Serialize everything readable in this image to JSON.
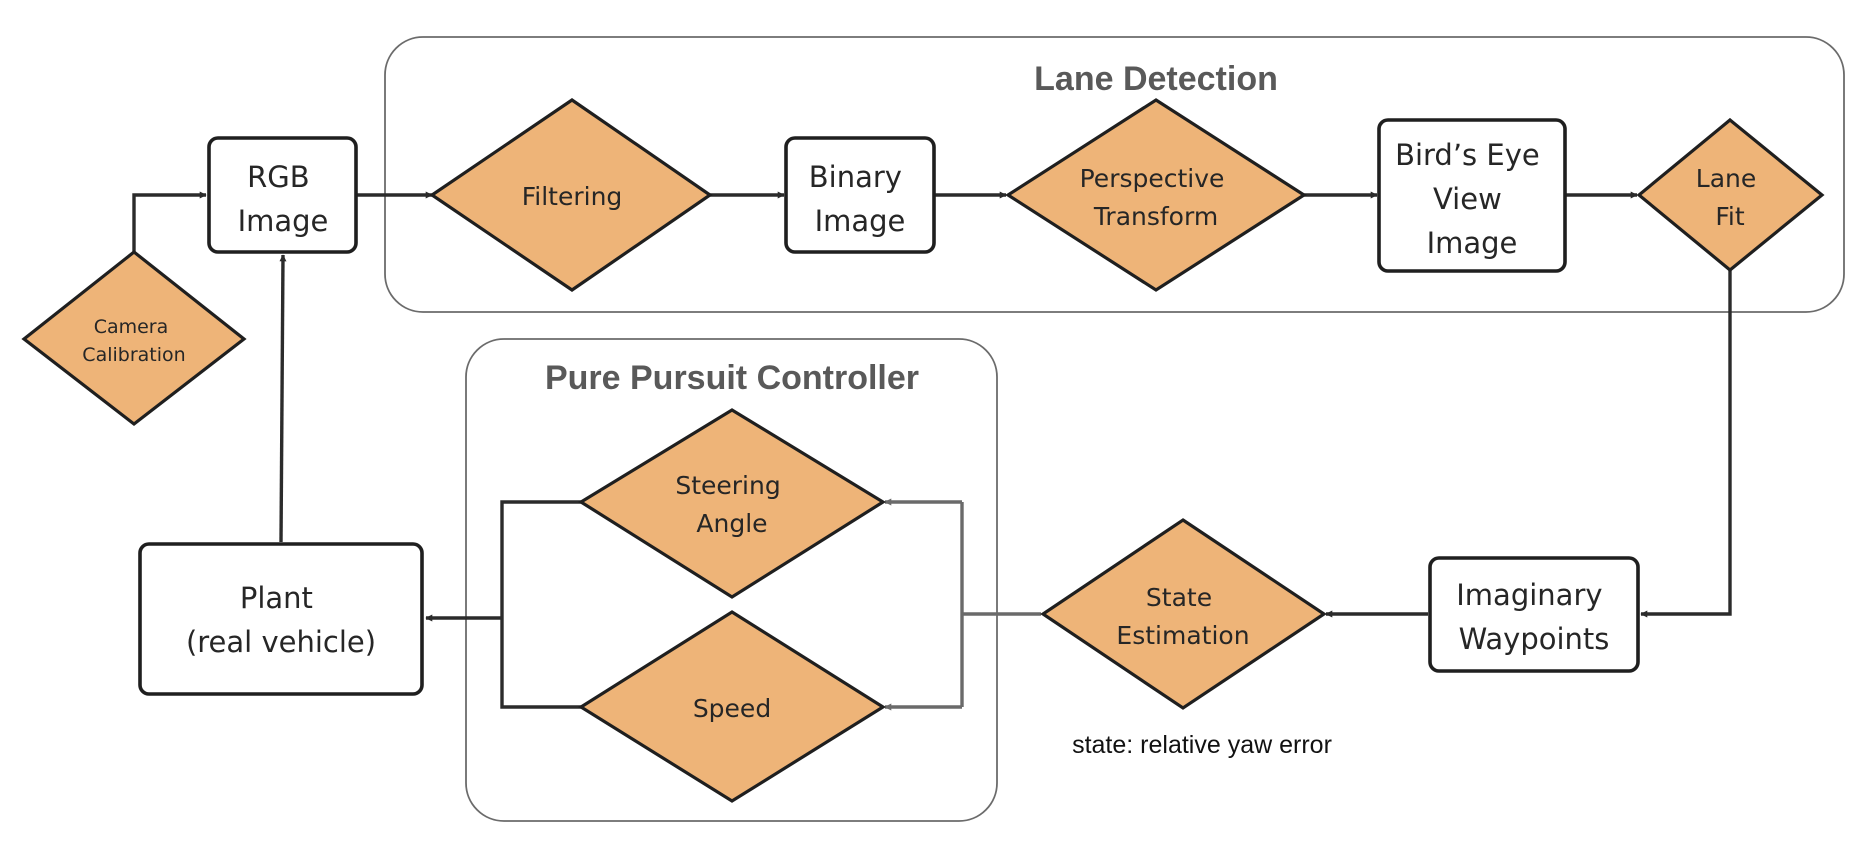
{
  "groups": {
    "lane_detection": {
      "title": "Lane Detection"
    },
    "pure_pursuit": {
      "title": "Pure Pursuit Controller"
    }
  },
  "nodes": {
    "camera_calibration": {
      "lines": [
        "Camera",
        "Calibration"
      ]
    },
    "rgb_image": {
      "lines": [
        "RGB",
        "Image"
      ]
    },
    "filtering": {
      "lines": [
        "Filtering"
      ]
    },
    "binary_image": {
      "lines": [
        "Binary",
        "Image"
      ]
    },
    "perspective_transform": {
      "lines": [
        "Perspective",
        "Transform"
      ]
    },
    "birds_eye_view_image": {
      "lines": [
        "Bird’s Eye",
        "View",
        "Image"
      ]
    },
    "lane_fit": {
      "lines": [
        "Lane",
        "Fit"
      ]
    },
    "imaginary_waypoints": {
      "lines": [
        "Imaginary",
        "Waypoints"
      ]
    },
    "state_estimation": {
      "lines": [
        "State",
        "Estimation"
      ]
    },
    "steering_angle": {
      "lines": [
        "Steering",
        "Angle"
      ]
    },
    "speed": {
      "lines": [
        "Speed"
      ]
    },
    "plant": {
      "lines": [
        "Plant",
        "(real vehicle)"
      ]
    }
  },
  "annotations": {
    "state_note": "state: relative yaw error"
  },
  "colors": {
    "decision_fill": "#eeb478",
    "box_stroke": "#1f1f1f",
    "group_title": "#595959"
  }
}
